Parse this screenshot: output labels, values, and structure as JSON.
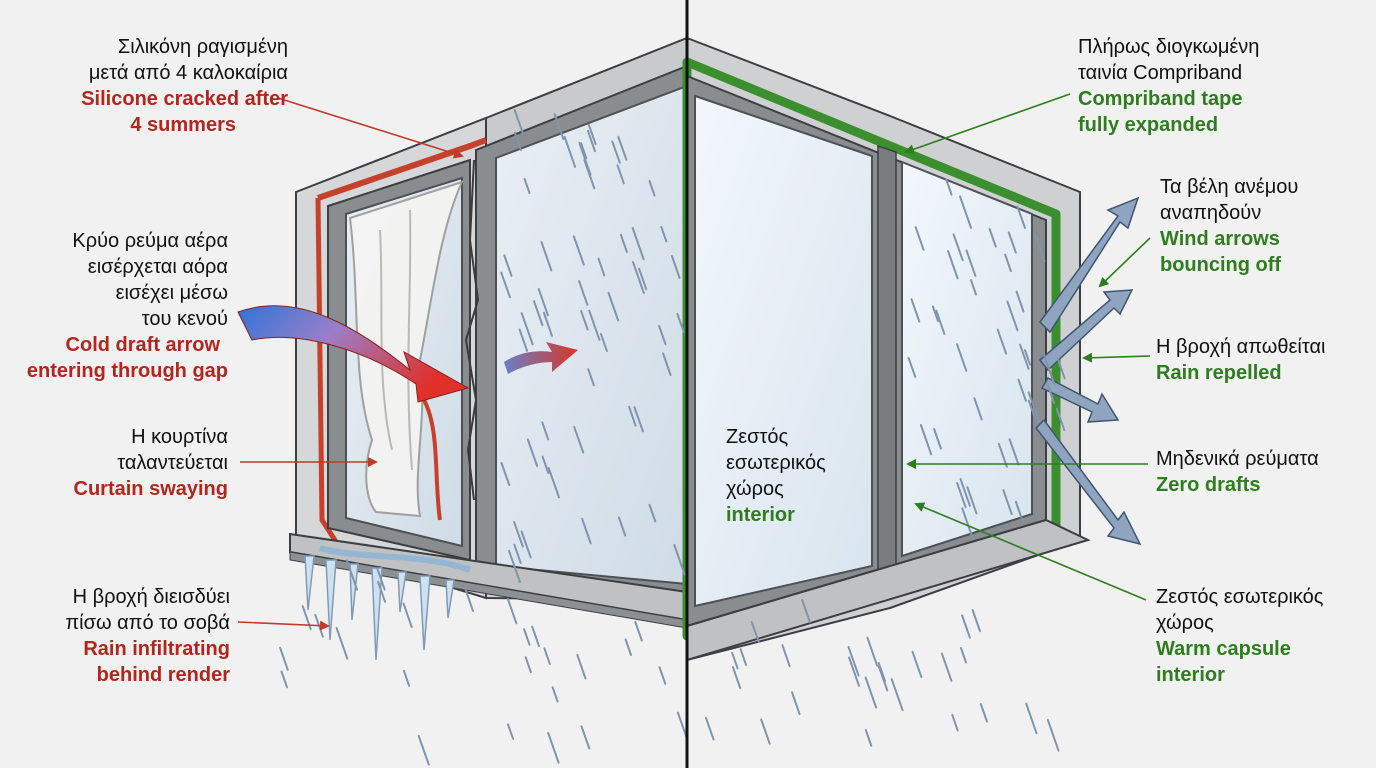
{
  "colors": {
    "background": "#f1f1f1",
    "frame": "#8a8d90",
    "frame_dark": "#4d5054",
    "glass": "#dde8f2",
    "silicone_red": "#c7402c",
    "compriband_green": "#3c8f2e",
    "arrow_red": "#d8362a",
    "arrow_blue": "#2f74d8",
    "wind_arrow": "#8fa5bf",
    "rain": "#7f93aa",
    "label_red": "#b3261e",
    "label_green": "#2e7d1f"
  },
  "left": {
    "silicone": {
      "gr": [
        "Σιλικόνη ραγισμένη",
        "μετά από 4 καλοκαίρια"
      ],
      "en": [
        "Silicone cracked after",
        "4 summers"
      ]
    },
    "draft": {
      "gr": [
        "Κρύο ρεύμα αέρα",
        "εισέρχεται αόρα",
        "εισέχει μέσω",
        "του κενού"
      ],
      "en": [
        "Cold draft arrow",
        "entering through gap"
      ]
    },
    "curtain": {
      "gr": [
        "Η κουρτίνα",
        "ταλαντεύεται"
      ],
      "en": [
        "Curtain swaying"
      ]
    },
    "rain": {
      "gr": [
        "Η βροχή διεισδύει",
        "πίσω από το σοβά"
      ],
      "en": [
        "Rain infiltrating",
        "behind render"
      ]
    }
  },
  "right": {
    "compriband": {
      "gr": [
        "Πλήρως διογκωμένη",
        "ταινία Compriband"
      ],
      "en": [
        "Compriband tape",
        "fully expanded"
      ]
    },
    "wind": {
      "gr": [
        "Τα βέλη ανέμου",
        "αναπηδούν"
      ],
      "en": [
        "Wind arrows",
        "bouncing off"
      ]
    },
    "rain": {
      "gr": [
        "Η βροχή απωθείται"
      ],
      "en": [
        "Rain repelled"
      ]
    },
    "drafts": {
      "gr": [
        "Μηδενικά ρεύματα"
      ],
      "en": [
        "Zero drafts"
      ]
    },
    "capsule": {
      "gr": [
        "Ζεστός εσωτερικός",
        "χώρος"
      ],
      "en": [
        "Warm capsule",
        "interior"
      ]
    }
  },
  "center": {
    "gr": [
      "Ζεστός",
      "εσωτερικός",
      "χώρος"
    ],
    "en": [
      "interior"
    ]
  }
}
